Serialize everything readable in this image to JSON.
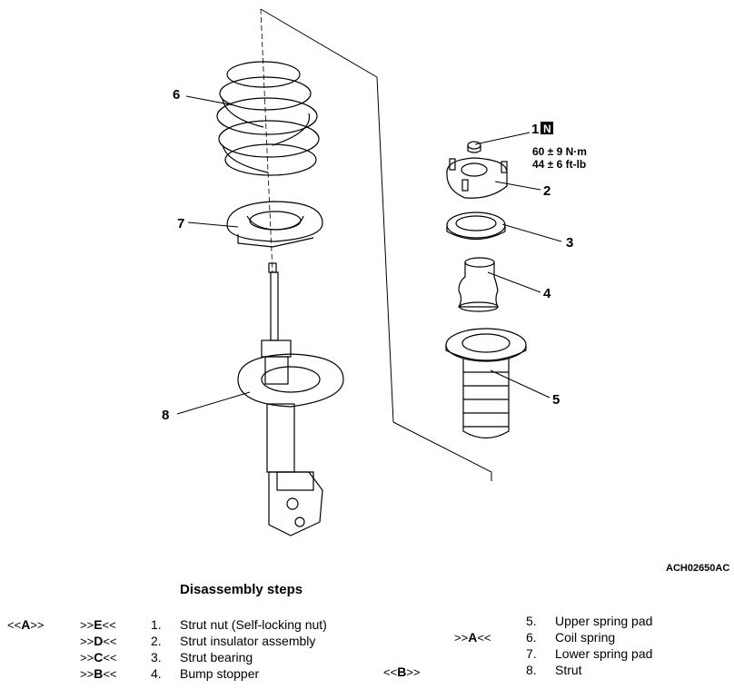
{
  "diagram": {
    "code": "ACH02650AC",
    "callouts": [
      "1",
      "2",
      "3",
      "4",
      "5",
      "6",
      "7",
      "8"
    ],
    "new_part_mark": "N",
    "torque_metric": "60 ± 9 N·m",
    "torque_imperial": "44 ± 6 ft-lb"
  },
  "disassembly": {
    "title": "Disassembly steps",
    "steps": [
      {
        "num": "1.",
        "label": "Strut nut (Self-locking nut)"
      },
      {
        "num": "2.",
        "label": "Strut insulator assembly"
      },
      {
        "num": "3.",
        "label": "Strut bearing"
      },
      {
        "num": "4.",
        "label": "Bump stopper"
      },
      {
        "num": "5.",
        "label": "Upper spring pad"
      },
      {
        "num": "6.",
        "label": "Coil spring"
      },
      {
        "num": "7.",
        "label": "Lower spring pad"
      },
      {
        "num": "8.",
        "label": "Strut"
      }
    ],
    "markers": {
      "A_removal": {
        "pre": "<<",
        "letter": "A",
        "post": ">>"
      },
      "E_install": {
        "pre": ">>",
        "letter": "E",
        "post": "<<"
      },
      "D_install": {
        "pre": ">>",
        "letter": "D",
        "post": "<<"
      },
      "C_install": {
        "pre": ">>",
        "letter": "C",
        "post": "<<"
      },
      "B_install": {
        "pre": ">>",
        "letter": "B",
        "post": "<<"
      },
      "A_install": {
        "pre": ">>",
        "letter": "A",
        "post": "<<"
      },
      "B_removal": {
        "pre": "<<",
        "letter": "B",
        "post": ">>"
      }
    }
  }
}
